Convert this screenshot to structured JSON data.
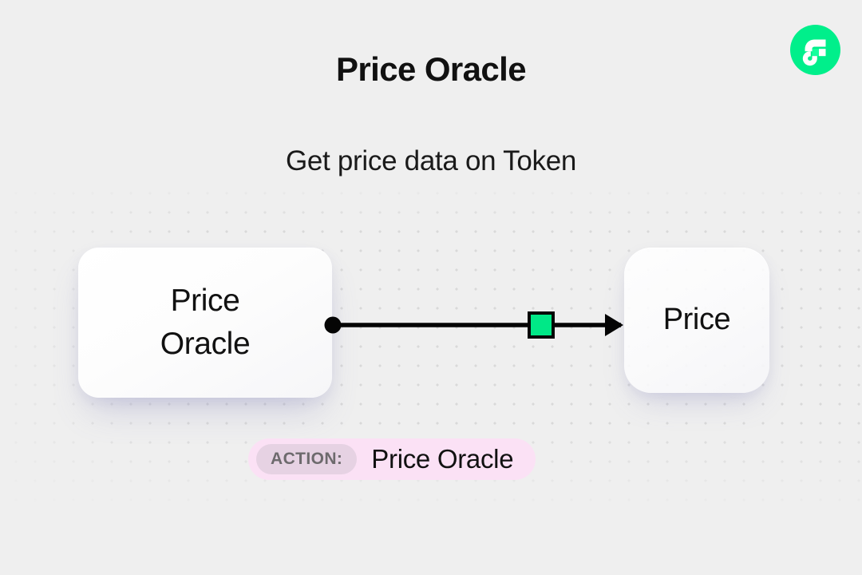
{
  "header": {
    "title": "Price Oracle",
    "subtitle": "Get price data on Token",
    "logo_icon": "flow-logo-icon",
    "logo_color": "#00EF8B"
  },
  "diagram": {
    "source_node": {
      "label": "Price\nOracle",
      "label_line_1": "Price",
      "label_line_2": "Oracle"
    },
    "target_node": {
      "label": "Price"
    },
    "edge": {
      "source_handle_icon": "edge-source-dot-icon",
      "step_node_icon": "edge-step-node-icon",
      "step_node_color": "#00E887",
      "arrow_icon": "edge-arrow-head-icon",
      "line_color": "#050505"
    }
  },
  "action_bar": {
    "badge_label": "ACTION:",
    "value": "Price Oracle",
    "pill_color": "#FBE1F5",
    "badge_color": "#E6D2E3"
  },
  "theme": {
    "background": "#EFEFEF",
    "dot_color": "#D9D9D9",
    "text_color": "#111111"
  }
}
